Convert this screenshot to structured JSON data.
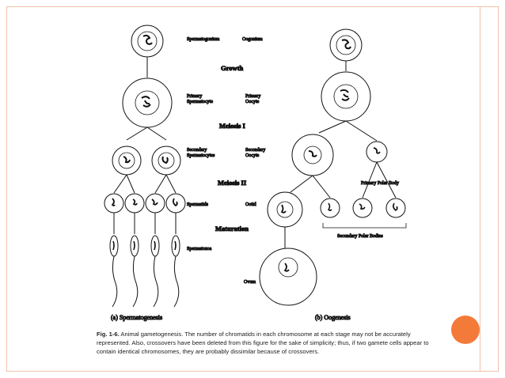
{
  "labels": {
    "spermatogonium": "Spermatogonium",
    "oogonium": "Oogonium",
    "growth": "Growth",
    "primary_spermatocyte_1": "Primary",
    "primary_spermatocyte_2": "Spermatocyte",
    "primary_oocyte_1": "Primary",
    "primary_oocyte_2": "Oocyte",
    "meiosis1": "Meiosis I",
    "secondary_spermatocytes_1": "Secondary",
    "secondary_spermatocytes_2": "Spermatocytes",
    "secondary_oocyte_1": "Secondary",
    "secondary_oocyte_2": "Oocyte",
    "primary_polar_body": "Primary Polar Body",
    "meiosis2": "Meiosis II",
    "spermatids": "Spermatids",
    "ootid": "Ootid",
    "maturation": "Maturation",
    "secondary_polar_bodies": "Secondary Polar Bodies",
    "spermatozoa": "Spermatozoa",
    "ovum": "Ovum",
    "spermatogenesis": "(a)  Spermatogenesis",
    "oogenesis": "(b)  Oogenesis"
  },
  "caption": {
    "fig_label": "Fig. 1-6.",
    "text": " Animal gametogenesis. The number of chromatids in each chromosome at each stage may not be accurately represented. Also, crossovers have been deleted from this figure for the sake of simplicity; thus, if two gamete cells appear to contain identical chromosomes, they are probably dissimilar because of crossovers."
  },
  "colors": {
    "border": "#f2c0a8",
    "accent_dot": "#f47a3a"
  }
}
